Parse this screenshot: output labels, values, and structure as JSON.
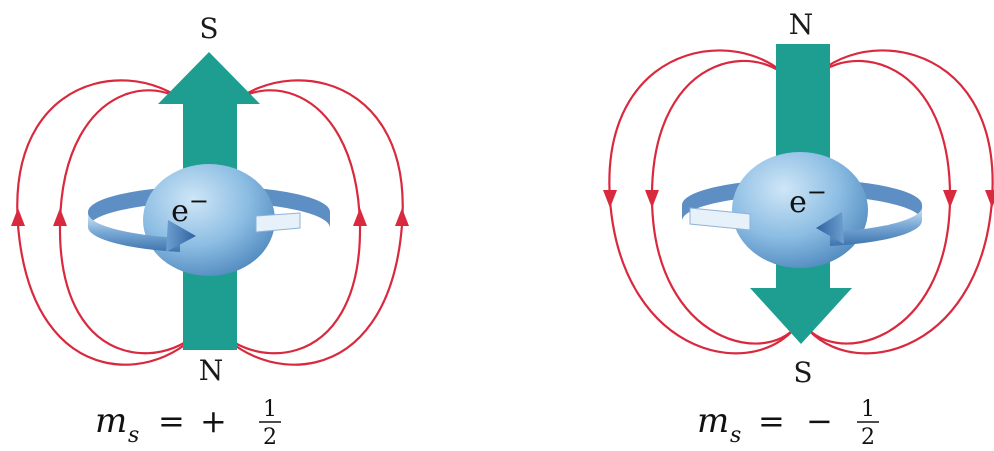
{
  "colors": {
    "arrow": "#1e9e91",
    "field_line": "#d9293e",
    "sphere_light": "#cfe6f7",
    "sphere_mid": "#8cbde3",
    "sphere_dark": "#4d87bd",
    "ring_light": "#dcecf9",
    "ring_dark": "#3c74ad"
  },
  "left": {
    "top_pole": "S",
    "bottom_pole": "N",
    "electron": "e",
    "electron_charge": "−",
    "eq_var": "m",
    "eq_sub": "s",
    "eq_op": "=",
    "eq_sign": "+",
    "eq_num": "1",
    "eq_den": "2"
  },
  "right": {
    "top_pole": "N",
    "bottom_pole": "S",
    "electron": "e",
    "electron_charge": "−",
    "eq_var": "m",
    "eq_sub": "s",
    "eq_op": "=",
    "eq_sign": "−",
    "eq_num": "1",
    "eq_den": "2"
  }
}
